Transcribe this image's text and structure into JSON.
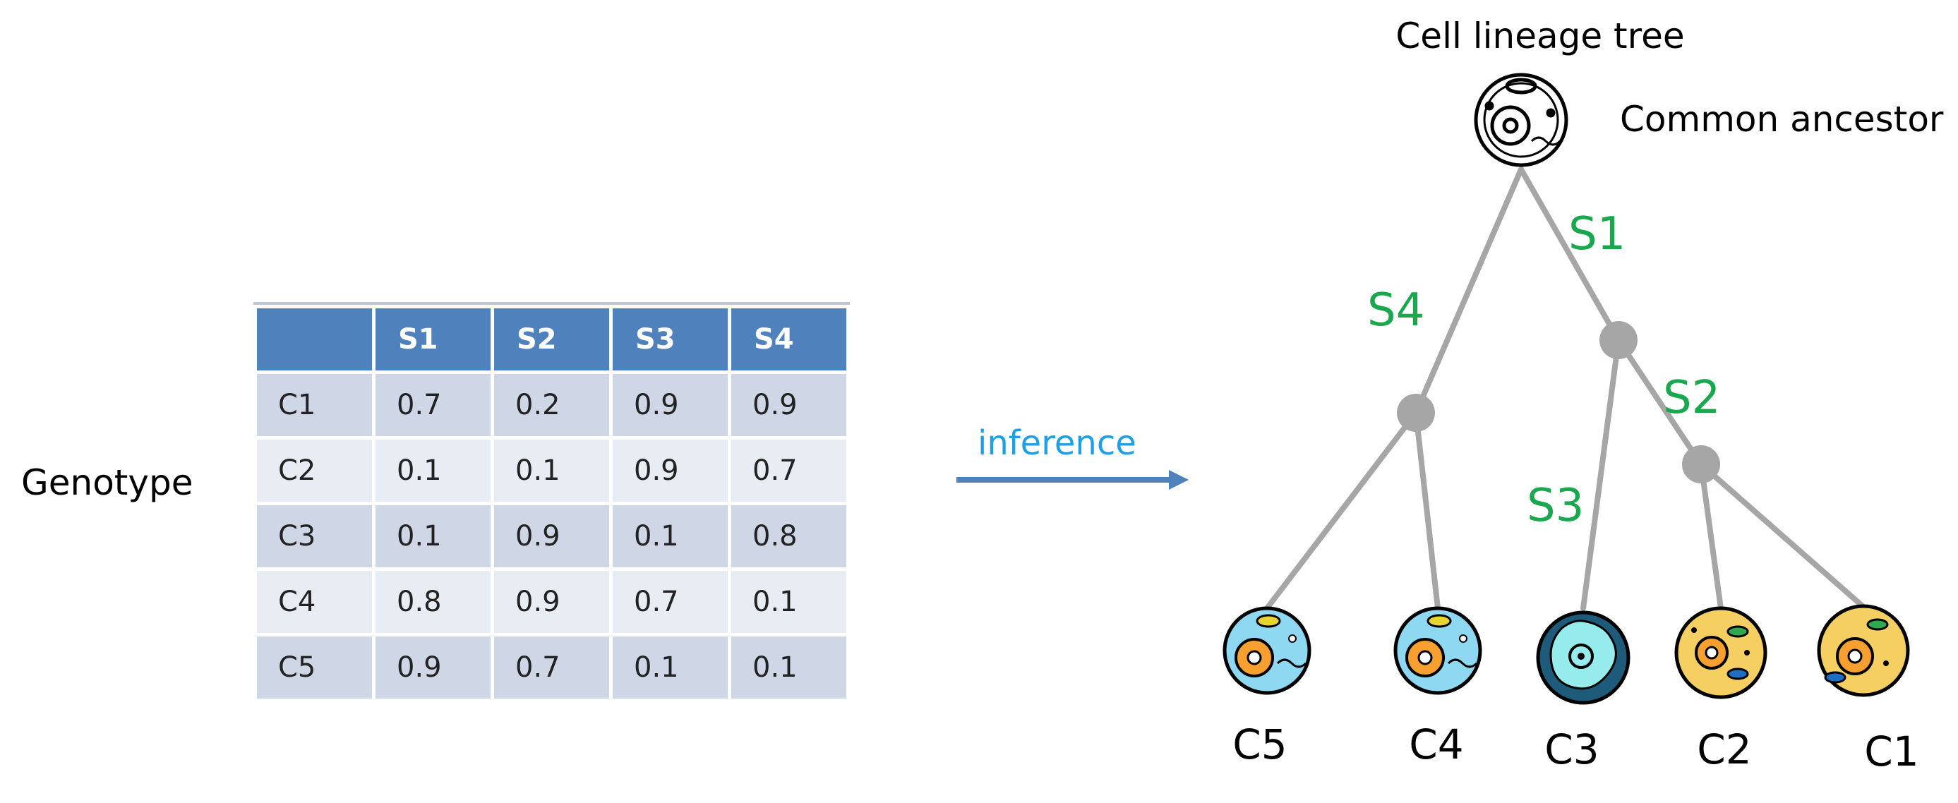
{
  "genotype_label": "Genotype",
  "table": {
    "headers": [
      "",
      "S1",
      "S2",
      "S3",
      "S4"
    ],
    "rows": [
      [
        "C1",
        "0.7",
        "0.2",
        "0.9",
        "0.9"
      ],
      [
        "C2",
        "0.1",
        "0.1",
        "0.9",
        "0.7"
      ],
      [
        "C3",
        "0.1",
        "0.9",
        "0.1",
        "0.8"
      ],
      [
        "C4",
        "0.8",
        "0.9",
        "0.7",
        "0.1"
      ],
      [
        "C5",
        "0.9",
        "0.7",
        "0.1",
        "0.1"
      ]
    ]
  },
  "arrow_label": "inference",
  "tree": {
    "title": "Cell lineage tree",
    "root_label": "Common ancestor",
    "edge_labels": [
      "S1",
      "S4",
      "S2",
      "S3"
    ],
    "leaves": [
      "C5",
      "C4",
      "C3",
      "C2",
      "C1"
    ]
  },
  "colors": {
    "table_header": "#4f81bd",
    "edge_label": "#1aa84f",
    "arrow": "#4f81bd",
    "inference_text": "#1ea0e8",
    "tree_line": "#a6a6a6",
    "cell_blue": "#8fd8f2",
    "cell_teal": "#96ecec",
    "cell_yellow": "#f6cf62"
  }
}
